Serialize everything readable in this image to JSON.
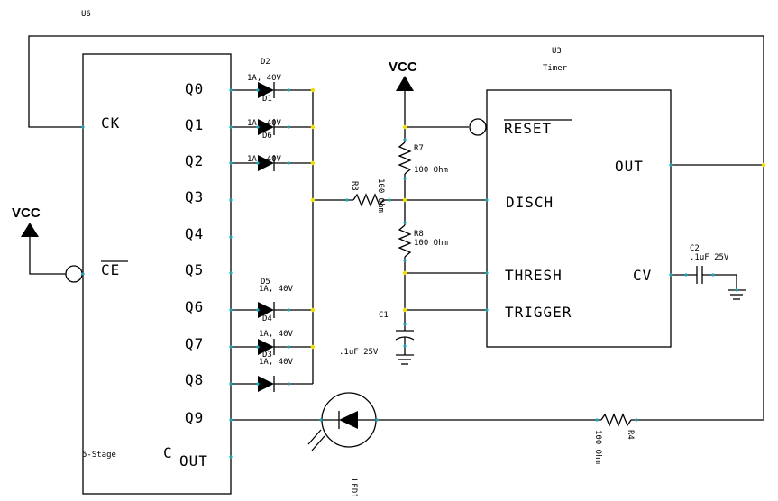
{
  "counter": {
    "ref": "U6",
    "inputs": {
      "clock": "CK",
      "enable": "CE"
    },
    "outputs": [
      "Q0",
      "Q1",
      "Q2",
      "Q3",
      "Q4",
      "Q5",
      "Q6",
      "Q7",
      "Q8",
      "Q9"
    ],
    "carry_out_prefix": "C",
    "carry_out_suffix": "OUT",
    "footer": "5-Stage"
  },
  "timer": {
    "ref": "U3",
    "name": "Timer",
    "pins": {
      "reset": "RESET",
      "disch": "DISCH",
      "thresh": "THRESH",
      "trigger": "TRIGGER",
      "out": "OUT",
      "cv": "CV"
    }
  },
  "power": {
    "vcc_left": "VCC",
    "vcc_top": "VCC"
  },
  "diodes": {
    "d2": {
      "ref": "D2",
      "rating": "1A, 40V"
    },
    "d1": {
      "ref": "D1",
      "rating": "1A, 40V"
    },
    "d6": {
      "ref": "D6",
      "rating": "1A, 40V"
    },
    "d5": {
      "ref": "D5",
      "rating": "1A, 40V"
    },
    "d4": {
      "ref": "D4",
      "rating": "1A, 40V"
    },
    "d3": {
      "ref": "D3",
      "rating": "1A, 40V"
    }
  },
  "resistors": {
    "r3": {
      "ref": "R3",
      "value": "100 Ohm"
    },
    "r7": {
      "ref": "R7",
      "value": "100 Ohm"
    },
    "r8": {
      "ref": "R8",
      "value": "100 Ohm"
    },
    "r4": {
      "ref": "R4",
      "value": "100 Ohm"
    }
  },
  "capacitors": {
    "c1": {
      "ref": "C1",
      "value": ".1uF 25V"
    },
    "c2": {
      "ref": "C2",
      "value": ".1uF 25V"
    }
  },
  "led": {
    "ref": "LED1"
  },
  "colors": {
    "wire": "#000000",
    "junction": "#f0e000",
    "pin_marker": "#1aa6b7"
  }
}
